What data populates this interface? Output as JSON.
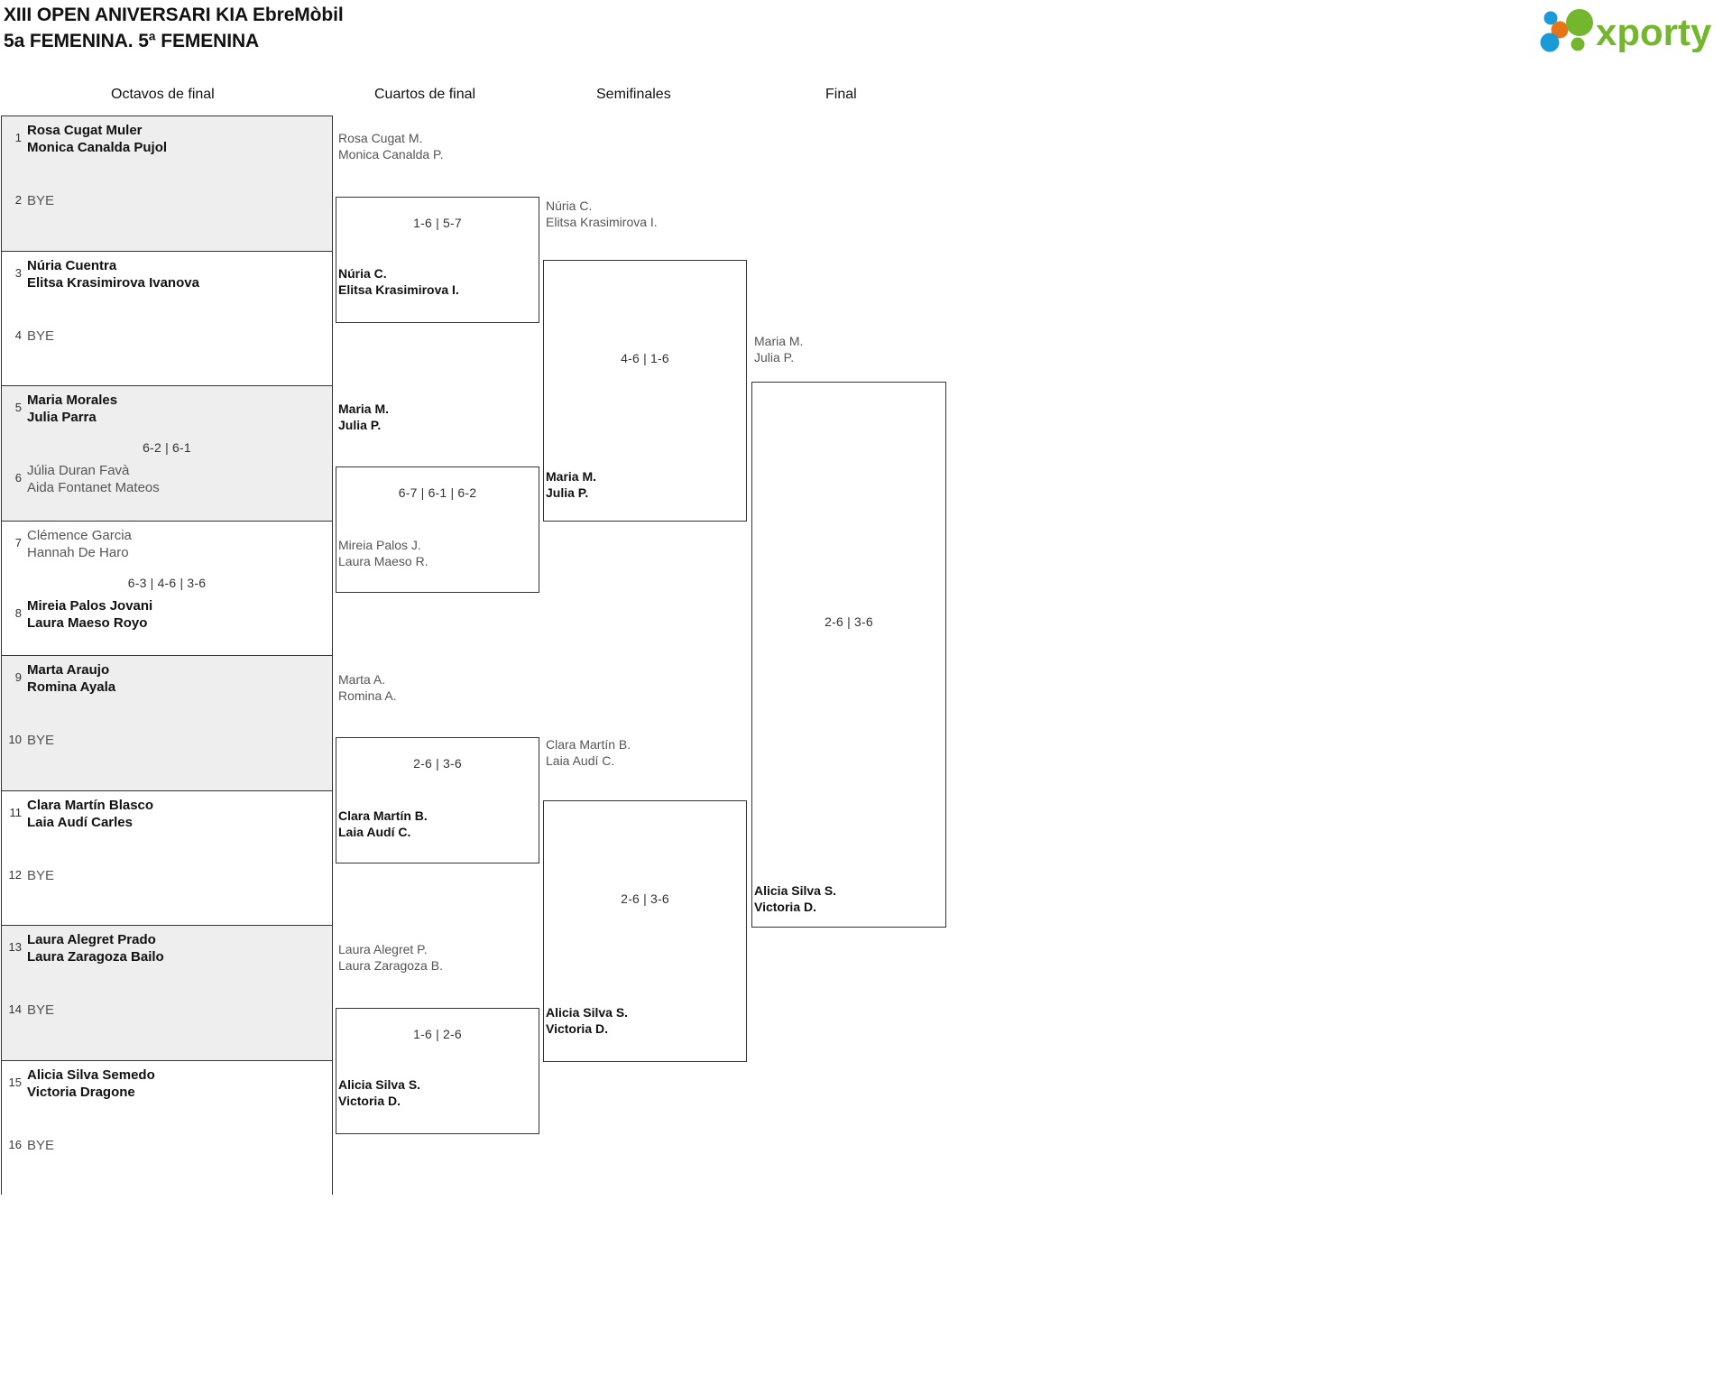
{
  "header": {
    "title_line1": "XIII OPEN ANIVERSARI KIA EbreMòbil",
    "title_line2": "5a FEMENINA. 5ª FEMENINA",
    "logo_text": "xporty",
    "logo_colors": {
      "green": "#74b72e",
      "blue": "#1a9ad7",
      "orange": "#e8741a"
    }
  },
  "rounds": [
    {
      "label": "Octavos de final"
    },
    {
      "label": "Cuartos de final"
    },
    {
      "label": "Semifinales"
    },
    {
      "label": "Final"
    }
  ],
  "round1": {
    "blocks": [
      {
        "shaded": true,
        "top": {
          "seed": "1",
          "lines": [
            "Rosa Cugat Muler",
            "Monica Canalda Pujol"
          ],
          "status": "winner"
        },
        "bottom": {
          "seed": "2",
          "lines": [
            "BYE"
          ],
          "status": "bye"
        },
        "score": ""
      },
      {
        "shaded": false,
        "top": {
          "seed": "3",
          "lines": [
            "Núria Cuentra",
            "Elitsa Krasimirova Ivanova"
          ],
          "status": "winner"
        },
        "bottom": {
          "seed": "4",
          "lines": [
            "BYE"
          ],
          "status": "bye"
        },
        "score": ""
      },
      {
        "shaded": true,
        "top": {
          "seed": "5",
          "lines": [
            "Maria Morales",
            "Julia Parra"
          ],
          "status": "winner"
        },
        "bottom": {
          "seed": "6",
          "lines": [
            "Júlia Duran Favà",
            "Aida Fontanet Mateos"
          ],
          "status": "loser"
        },
        "score": "6-2 | 6-1"
      },
      {
        "shaded": false,
        "top": {
          "seed": "7",
          "lines": [
            "Clémence Garcia",
            "Hannah De Haro"
          ],
          "status": "loser"
        },
        "bottom": {
          "seed": "8",
          "lines": [
            "Mireia Palos Jovani",
            "Laura Maeso Royo"
          ],
          "status": "winner"
        },
        "score": "6-3 | 4-6 | 3-6"
      },
      {
        "shaded": true,
        "top": {
          "seed": "9",
          "lines": [
            "Marta Araujo",
            "Romina Ayala"
          ],
          "status": "winner"
        },
        "bottom": {
          "seed": "10",
          "lines": [
            "BYE"
          ],
          "status": "bye"
        },
        "score": ""
      },
      {
        "shaded": false,
        "top": {
          "seed": "11",
          "lines": [
            "Clara Martín Blasco",
            "Laia Audí Carles"
          ],
          "status": "winner"
        },
        "bottom": {
          "seed": "12",
          "lines": [
            "BYE"
          ],
          "status": "bye"
        },
        "score": ""
      },
      {
        "shaded": true,
        "top": {
          "seed": "13",
          "lines": [
            "Laura Alegret Prado",
            "Laura Zaragoza Bailo"
          ],
          "status": "winner"
        },
        "bottom": {
          "seed": "14",
          "lines": [
            "BYE"
          ],
          "status": "bye"
        },
        "score": ""
      },
      {
        "shaded": false,
        "top": {
          "seed": "15",
          "lines": [
            "Alicia Silva Semedo",
            "Victoria Dragone"
          ],
          "status": "winner"
        },
        "bottom": {
          "seed": "16",
          "lines": [
            "BYE"
          ],
          "status": "bye"
        },
        "score": ""
      }
    ]
  },
  "quarterfinals": [
    {
      "top": {
        "lines": [
          "Rosa Cugat M.",
          "Monica Canalda P."
        ],
        "status": "loser"
      },
      "bottom": {
        "lines": [
          "Núria C.",
          "Elitsa Krasimirova I."
        ],
        "status": "winner"
      },
      "score": "1-6 | 5-7"
    },
    {
      "top": {
        "lines": [
          "Maria M.",
          "Julia P."
        ],
        "status": "winner"
      },
      "bottom": {
        "lines": [
          "Mireia Palos J.",
          "Laura Maeso R."
        ],
        "status": "loser"
      },
      "score": "6-7 | 6-1 | 6-2"
    },
    {
      "top": {
        "lines": [
          "Marta A.",
          "Romina A."
        ],
        "status": "loser"
      },
      "bottom": {
        "lines": [
          "Clara Martín B.",
          "Laia Audí C."
        ],
        "status": "winner"
      },
      "score": "2-6 | 3-6"
    },
    {
      "top": {
        "lines": [
          "Laura Alegret P.",
          "Laura Zaragoza B."
        ],
        "status": "loser"
      },
      "bottom": {
        "lines": [
          "Alicia Silva S.",
          "Victoria D."
        ],
        "status": "winner"
      },
      "score": "1-6 | 2-6"
    }
  ],
  "semifinals": [
    {
      "top": {
        "lines": [
          "Núria C.",
          "Elitsa Krasimirova I."
        ],
        "status": "loser"
      },
      "bottom": {
        "lines": [
          "Maria M.",
          "Julia P."
        ],
        "status": "winner"
      },
      "score": "4-6 | 1-6"
    },
    {
      "top": {
        "lines": [
          "Clara Martín B.",
          "Laia Audí C."
        ],
        "status": "loser"
      },
      "bottom": {
        "lines": [
          "Alicia Silva S.",
          "Victoria D."
        ],
        "status": "winner"
      },
      "score": "2-6 | 3-6"
    }
  ],
  "final": {
    "top": {
      "lines": [
        "Maria M.",
        "Julia P."
      ],
      "status": "loser"
    },
    "bottom": {
      "lines": [
        "Alicia Silva S.",
        "Victoria D."
      ],
      "status": "winner"
    },
    "score": "2-6 | 3-6"
  }
}
